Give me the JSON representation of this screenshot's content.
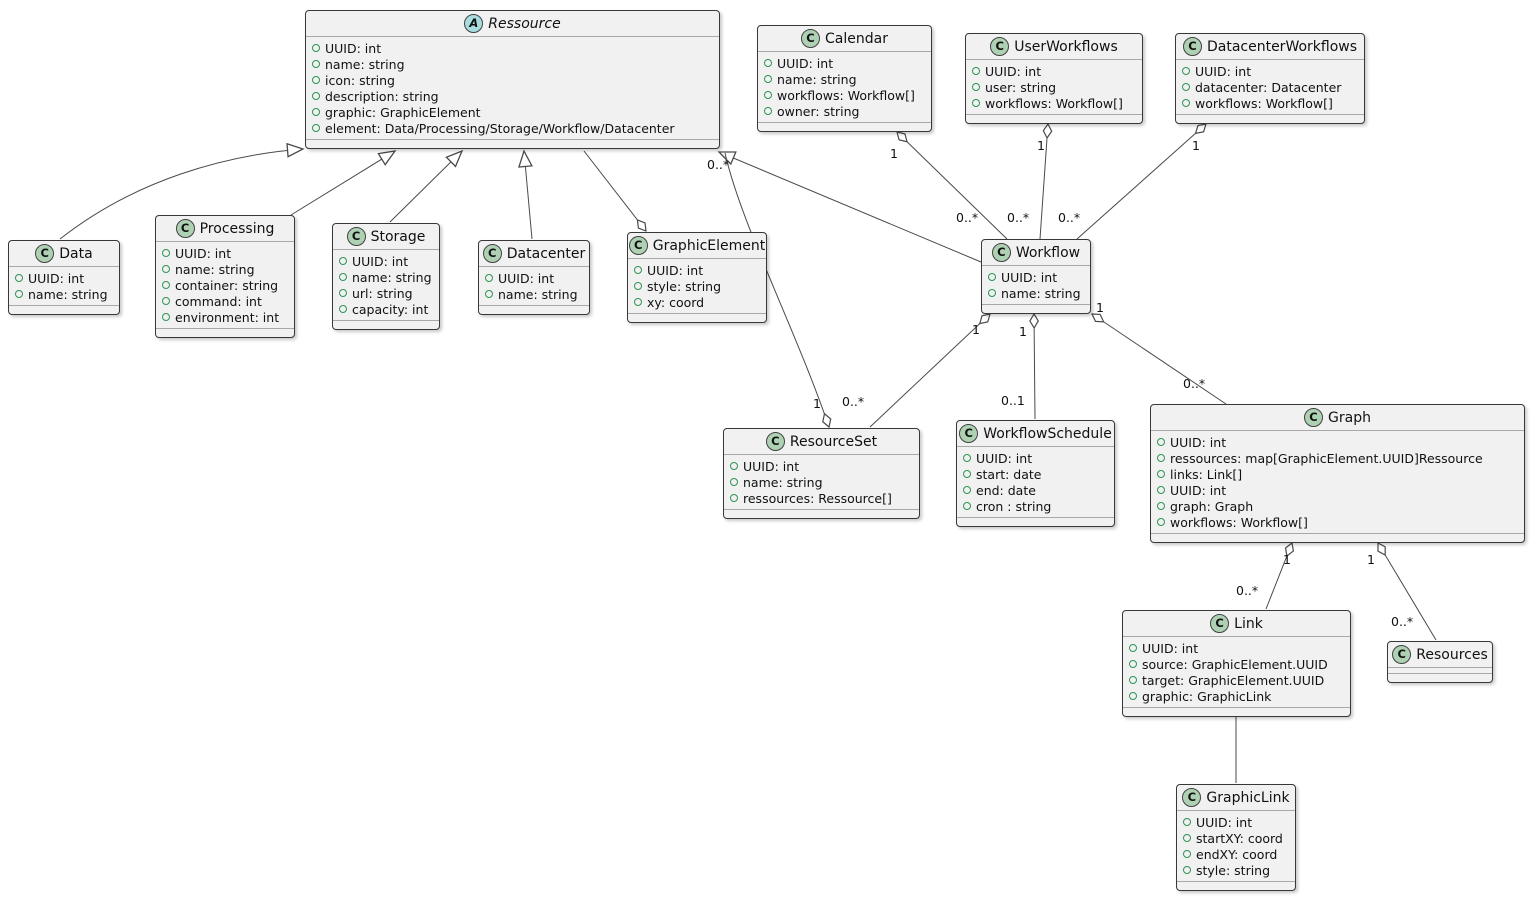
{
  "diagram": {
    "type": "uml-class-diagram",
    "colors": {
      "box_bg": "#F1F1F1",
      "box_border": "#383838",
      "class_badge_bg": "#ADD1B2",
      "abstract_badge_bg": "#A9DCDF",
      "field_icon": "#2E9455",
      "edge": "#4A4A4A"
    },
    "classes": {
      "ressource": {
        "badge": "A",
        "name": "Ressource",
        "attributes": [
          "UUID: int",
          "name: string",
          "icon: string",
          "description: string",
          "graphic: GraphicElement",
          "element: Data/Processing/Storage/Workflow/Datacenter"
        ]
      },
      "calendar": {
        "badge": "C",
        "name": "Calendar",
        "attributes": [
          "UUID: int",
          "name: string",
          "workflows: Workflow[]",
          "owner: string"
        ]
      },
      "userworkflows": {
        "badge": "C",
        "name": "UserWorkflows",
        "attributes": [
          "UUID: int",
          "user: string",
          "workflows: Workflow[]"
        ]
      },
      "datacenterworkflows": {
        "badge": "C",
        "name": "DatacenterWorkflows",
        "attributes": [
          "UUID: int",
          "datacenter: Datacenter",
          "workflows: Workflow[]"
        ]
      },
      "data": {
        "badge": "C",
        "name": "Data",
        "attributes": [
          "UUID: int",
          "name: string"
        ]
      },
      "processing": {
        "badge": "C",
        "name": "Processing",
        "attributes": [
          "UUID: int",
          "name: string",
          "container: string",
          "command: int",
          "environment: int"
        ]
      },
      "storage": {
        "badge": "C",
        "name": "Storage",
        "attributes": [
          "UUID: int",
          "name: string",
          "url: string",
          "capacity: int"
        ]
      },
      "datacenter": {
        "badge": "C",
        "name": "Datacenter",
        "attributes": [
          "UUID: int",
          "name: string"
        ]
      },
      "graphicelement": {
        "badge": "C",
        "name": "GraphicElement",
        "attributes": [
          "UUID: int",
          "style: string",
          "xy: coord"
        ]
      },
      "workflow": {
        "badge": "C",
        "name": "Workflow",
        "attributes": [
          "UUID: int",
          "name: string"
        ]
      },
      "resourceset": {
        "badge": "C",
        "name": "ResourceSet",
        "attributes": [
          "UUID: int",
          "name: string",
          "ressources: Ressource[]"
        ]
      },
      "workflowschedule": {
        "badge": "C",
        "name": "WorkflowSchedule",
        "attributes": [
          "UUID: int",
          "start: date",
          "end: date",
          "cron : string"
        ]
      },
      "graph": {
        "badge": "C",
        "name": "Graph",
        "attributes": [
          "UUID: int",
          "ressources: map[GraphicElement.UUID]Ressource",
          "links: Link[]",
          "UUID: int",
          "graph: Graph",
          "workflows: Workflow[]"
        ]
      },
      "link": {
        "badge": "C",
        "name": "Link",
        "attributes": [
          "UUID: int",
          "source: GraphicElement.UUID",
          "target: GraphicElement.UUID",
          "graphic: GraphicLink"
        ]
      },
      "resources": {
        "badge": "C",
        "name": "Resources",
        "attributes": []
      },
      "graphiclink": {
        "badge": "C",
        "name": "GraphicLink",
        "attributes": [
          "UUID: int",
          "startXY: coord",
          "endXY: coord",
          "style: string"
        ]
      }
    },
    "edges": [
      {
        "from": "Data",
        "to": "Ressource",
        "type": "extends"
      },
      {
        "from": "Processing",
        "to": "Ressource",
        "type": "extends"
      },
      {
        "from": "Storage",
        "to": "Ressource",
        "type": "extends"
      },
      {
        "from": "Datacenter",
        "to": "Ressource",
        "type": "extends"
      },
      {
        "from": "Workflow",
        "to": "Ressource",
        "type": "extends"
      },
      {
        "from": "GraphicElement",
        "to": "Ressource",
        "type": "aggregation"
      },
      {
        "from": "Calendar",
        "to": "Workflow",
        "type": "aggregation",
        "from_label": "1",
        "to_label": "0..*"
      },
      {
        "from": "UserWorkflows",
        "to": "Workflow",
        "type": "aggregation",
        "from_label": "1",
        "to_label": "0..*"
      },
      {
        "from": "DatacenterWorkflows",
        "to": "Workflow",
        "type": "aggregation",
        "from_label": "1",
        "to_label": "0..*"
      },
      {
        "from": "ResourceSet",
        "to": "Ressource",
        "type": "aggregation",
        "from_label": "1",
        "to_label": "0..*"
      },
      {
        "from": "Workflow",
        "to": "ResourceSet",
        "type": "aggregation",
        "from_label": "1",
        "to_label": "0..*"
      },
      {
        "from": "Workflow",
        "to": "WorkflowSchedule",
        "type": "aggregation",
        "from_label": "1",
        "to_label": "0..1"
      },
      {
        "from": "Workflow",
        "to": "Graph",
        "type": "aggregation",
        "from_label": "1",
        "to_label": "0..*"
      },
      {
        "from": "Graph",
        "to": "Link",
        "type": "aggregation",
        "from_label": "1",
        "to_label": "0..*"
      },
      {
        "from": "Graph",
        "to": "Resources",
        "type": "aggregation",
        "from_label": "1",
        "to_label": "0..*"
      },
      {
        "from": "Link",
        "to": "GraphicLink",
        "type": "association"
      }
    ]
  }
}
